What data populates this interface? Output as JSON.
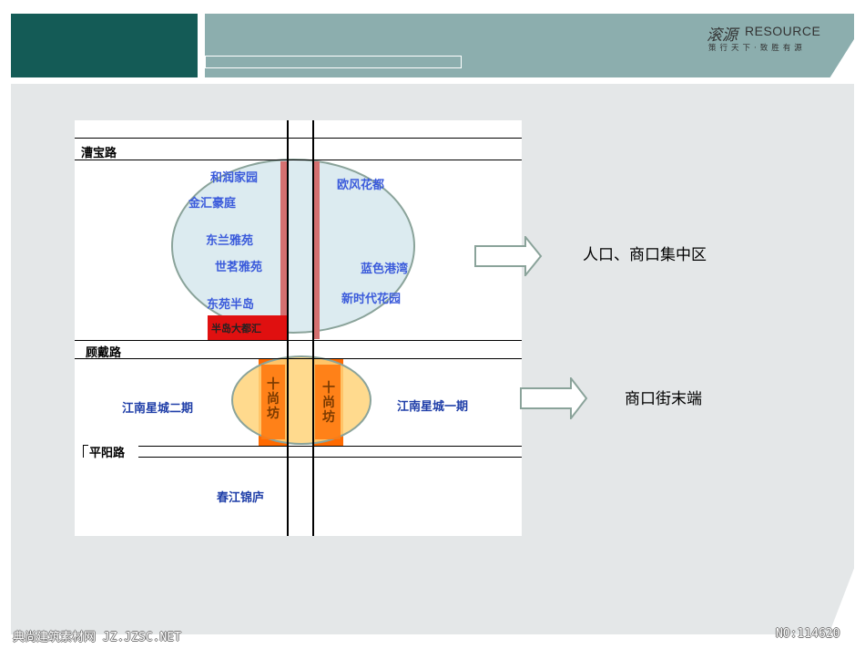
{
  "logo": {
    "brand_cn": "滚源",
    "brand_en": "RESOURCE",
    "slogan": "策行天下·致胜有源"
  },
  "roads": {
    "cao_bao": "漕宝路",
    "gu_dai": "顾戴路",
    "ping_yang": "平阳路"
  },
  "places": {
    "he_run": "和润家园",
    "jin_hui": "金汇豪庭",
    "dong_lan": "东兰雅苑",
    "shi_ming": "世茗雅苑",
    "dong_yuan": "东苑半岛",
    "ou_feng": "欧风花都",
    "lan_se": "蓝色港湾",
    "xin_shi_dai": "新时代花园",
    "ban_dao": "半岛大都汇",
    "jn_er": "江南星城二期",
    "jn_yi": "江南星城一期",
    "chun_jiang": "春江锦庐",
    "shi_shang_left": "十尚坊",
    "shi_shang_right": "十尚坊"
  },
  "callouts": {
    "top": "人口、商口集中区",
    "bottom": "商口街末端"
  },
  "footer": {
    "left": "典尚建筑素材网 JZ.JZSC.NET",
    "right": "NO:114620"
  },
  "colors": {
    "header_dark": "#145b56",
    "header_light": "#8caeae",
    "ellipse_fill": "#dcebf0",
    "ellipse_stroke": "#8aa39a",
    "orange_fill": "#ffd47a",
    "orange_block": "#ff6a00",
    "red_strip": "#d47070",
    "red_block": "#e01010"
  }
}
